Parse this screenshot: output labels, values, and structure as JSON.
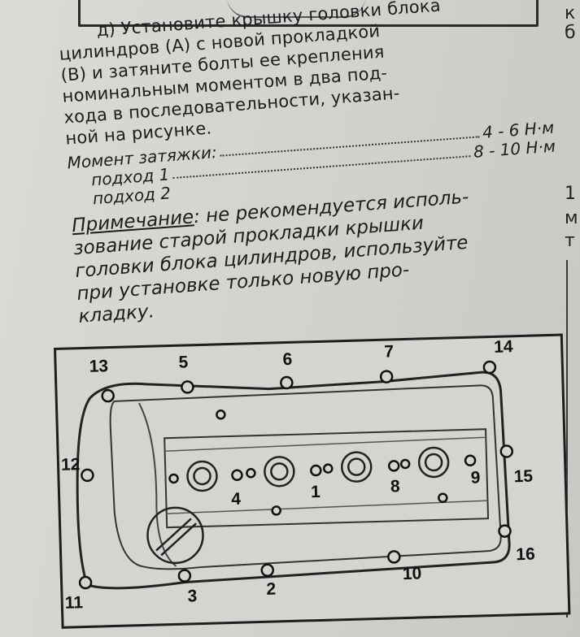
{
  "instruction": {
    "lines": [
      "д) Установите крышку головки блока",
      "цилиндров (А) с новой прокладкой",
      "(В) и затяните болты ее крепления",
      "номинальным моментом в два под-",
      "хода в последовательности, указан-",
      "ной на рисунке."
    ]
  },
  "torque": {
    "heading": "Момент затяжки:",
    "heading_value": "4 - 6 Н·м",
    "step1_label": "подход 1",
    "step1_value": "8 - 10 Н·м",
    "step2_label": "подход 2"
  },
  "note": {
    "label": "Примечание",
    "lines": [
      ": не рекомендуется исполь-",
      "зование старой прокладки крышки",
      "головки блока цилиндров, используйте",
      "при установке только новую про-",
      "кладку."
    ]
  },
  "right_margin": {
    "chars": [
      "к",
      "б",
      "1",
      "м",
      "т"
    ]
  },
  "figure": {
    "bolt_labels": [
      "1",
      "2",
      "3",
      "4",
      "5",
      "6",
      "7",
      "8",
      "9",
      "10",
      "11",
      "12",
      "13",
      "14",
      "15",
      "16"
    ]
  }
}
